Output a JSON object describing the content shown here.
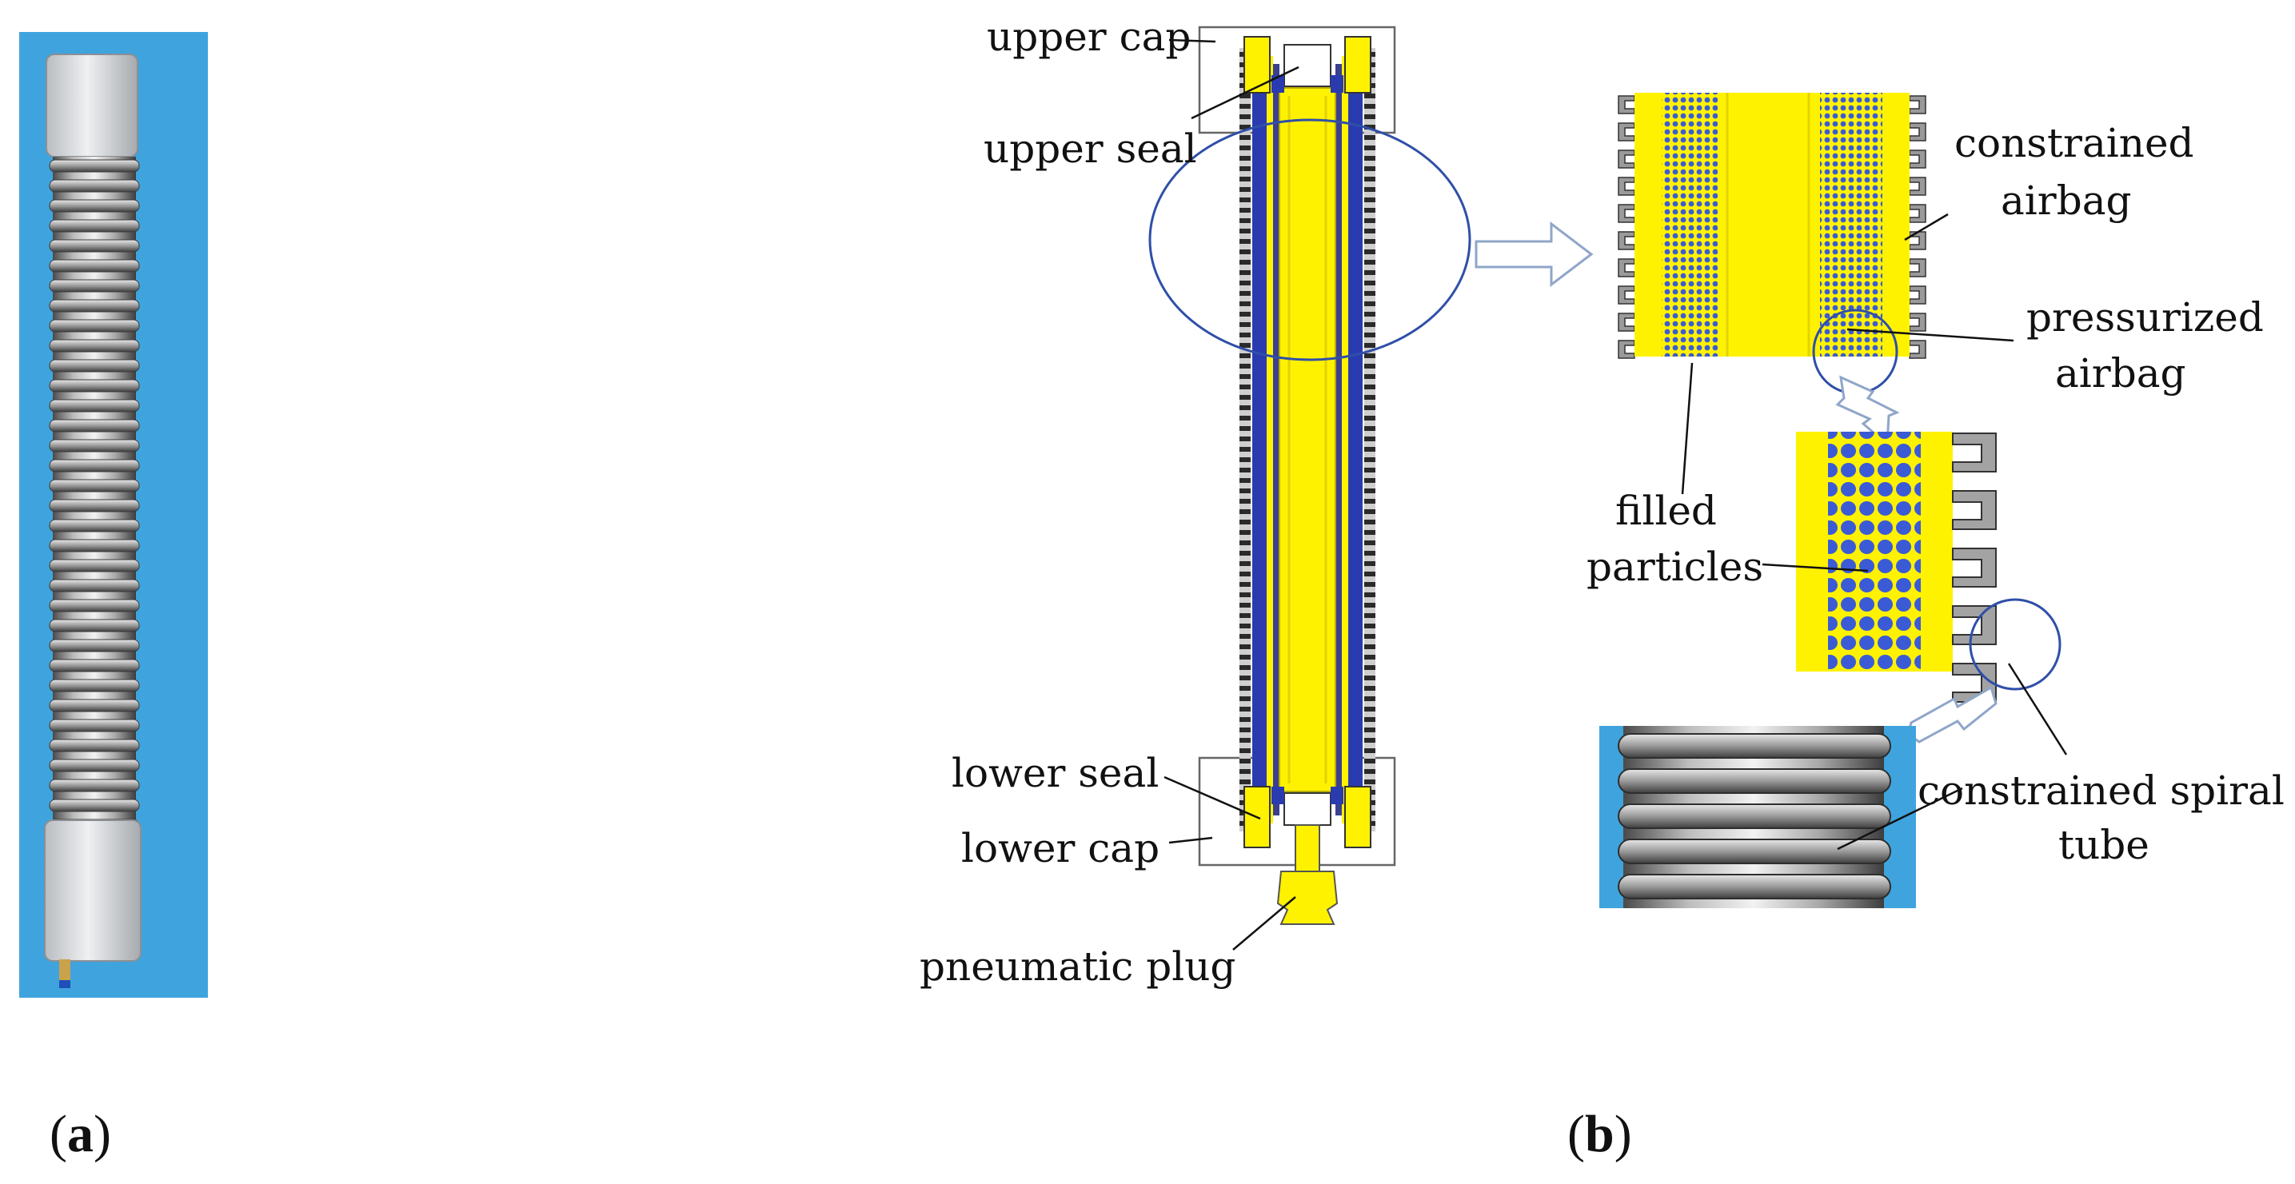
{
  "panels": {
    "a": {
      "caption_open": "(",
      "caption_letter": "a",
      "caption_close": ")",
      "photo_background": "#3fa4de"
    },
    "b": {
      "caption_open": "(",
      "caption_letter": "b",
      "caption_close": ")",
      "labels": {
        "upper_cap": "upper cap",
        "upper_seal": "upper seal",
        "lower_seal": "lower seal",
        "lower_cap": "lower cap",
        "pneumatic_plug": "pneumatic plug",
        "constrained_airbag_1": "constrained",
        "constrained_airbag_2": "airbag",
        "pressurized_airbag_1": "pressurized",
        "pressurized_airbag_2": "airbag",
        "filled_particles_1": "filled",
        "filled_particles_2": "particles",
        "spiral_tube_1": "constrained spiral",
        "spiral_tube_2": "tube"
      }
    }
  },
  "colors": {
    "core_yellow": "#fff200",
    "particle_blue": "#3b5bd6",
    "airbag_blue": "#2a3bb0",
    "tube_gray": "#8a8a8a",
    "outline_blue": "#2f4fa8",
    "photo_blue": "#3fa4de"
  }
}
